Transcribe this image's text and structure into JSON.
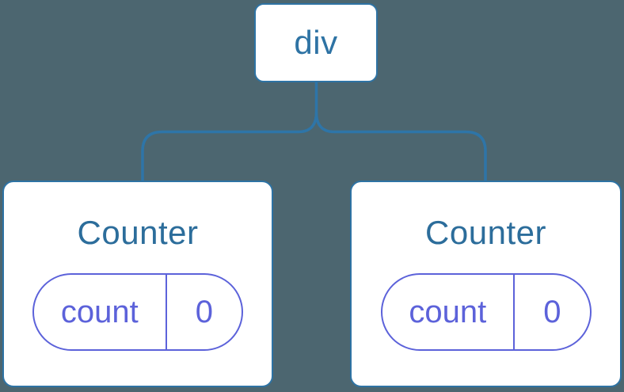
{
  "diagram": {
    "type": "component-tree",
    "root": {
      "label": "div"
    },
    "children": [
      {
        "title": "Counter",
        "state": {
          "key": "count",
          "value": "0"
        }
      },
      {
        "title": "Counter",
        "state": {
          "key": "count",
          "value": "0"
        }
      }
    ],
    "colors": {
      "background": "#4C6670",
      "blue": "#2E73A4",
      "line": "#2E75A8",
      "purple": "#5C62DA",
      "card_bg": "#FFFFFF"
    }
  }
}
